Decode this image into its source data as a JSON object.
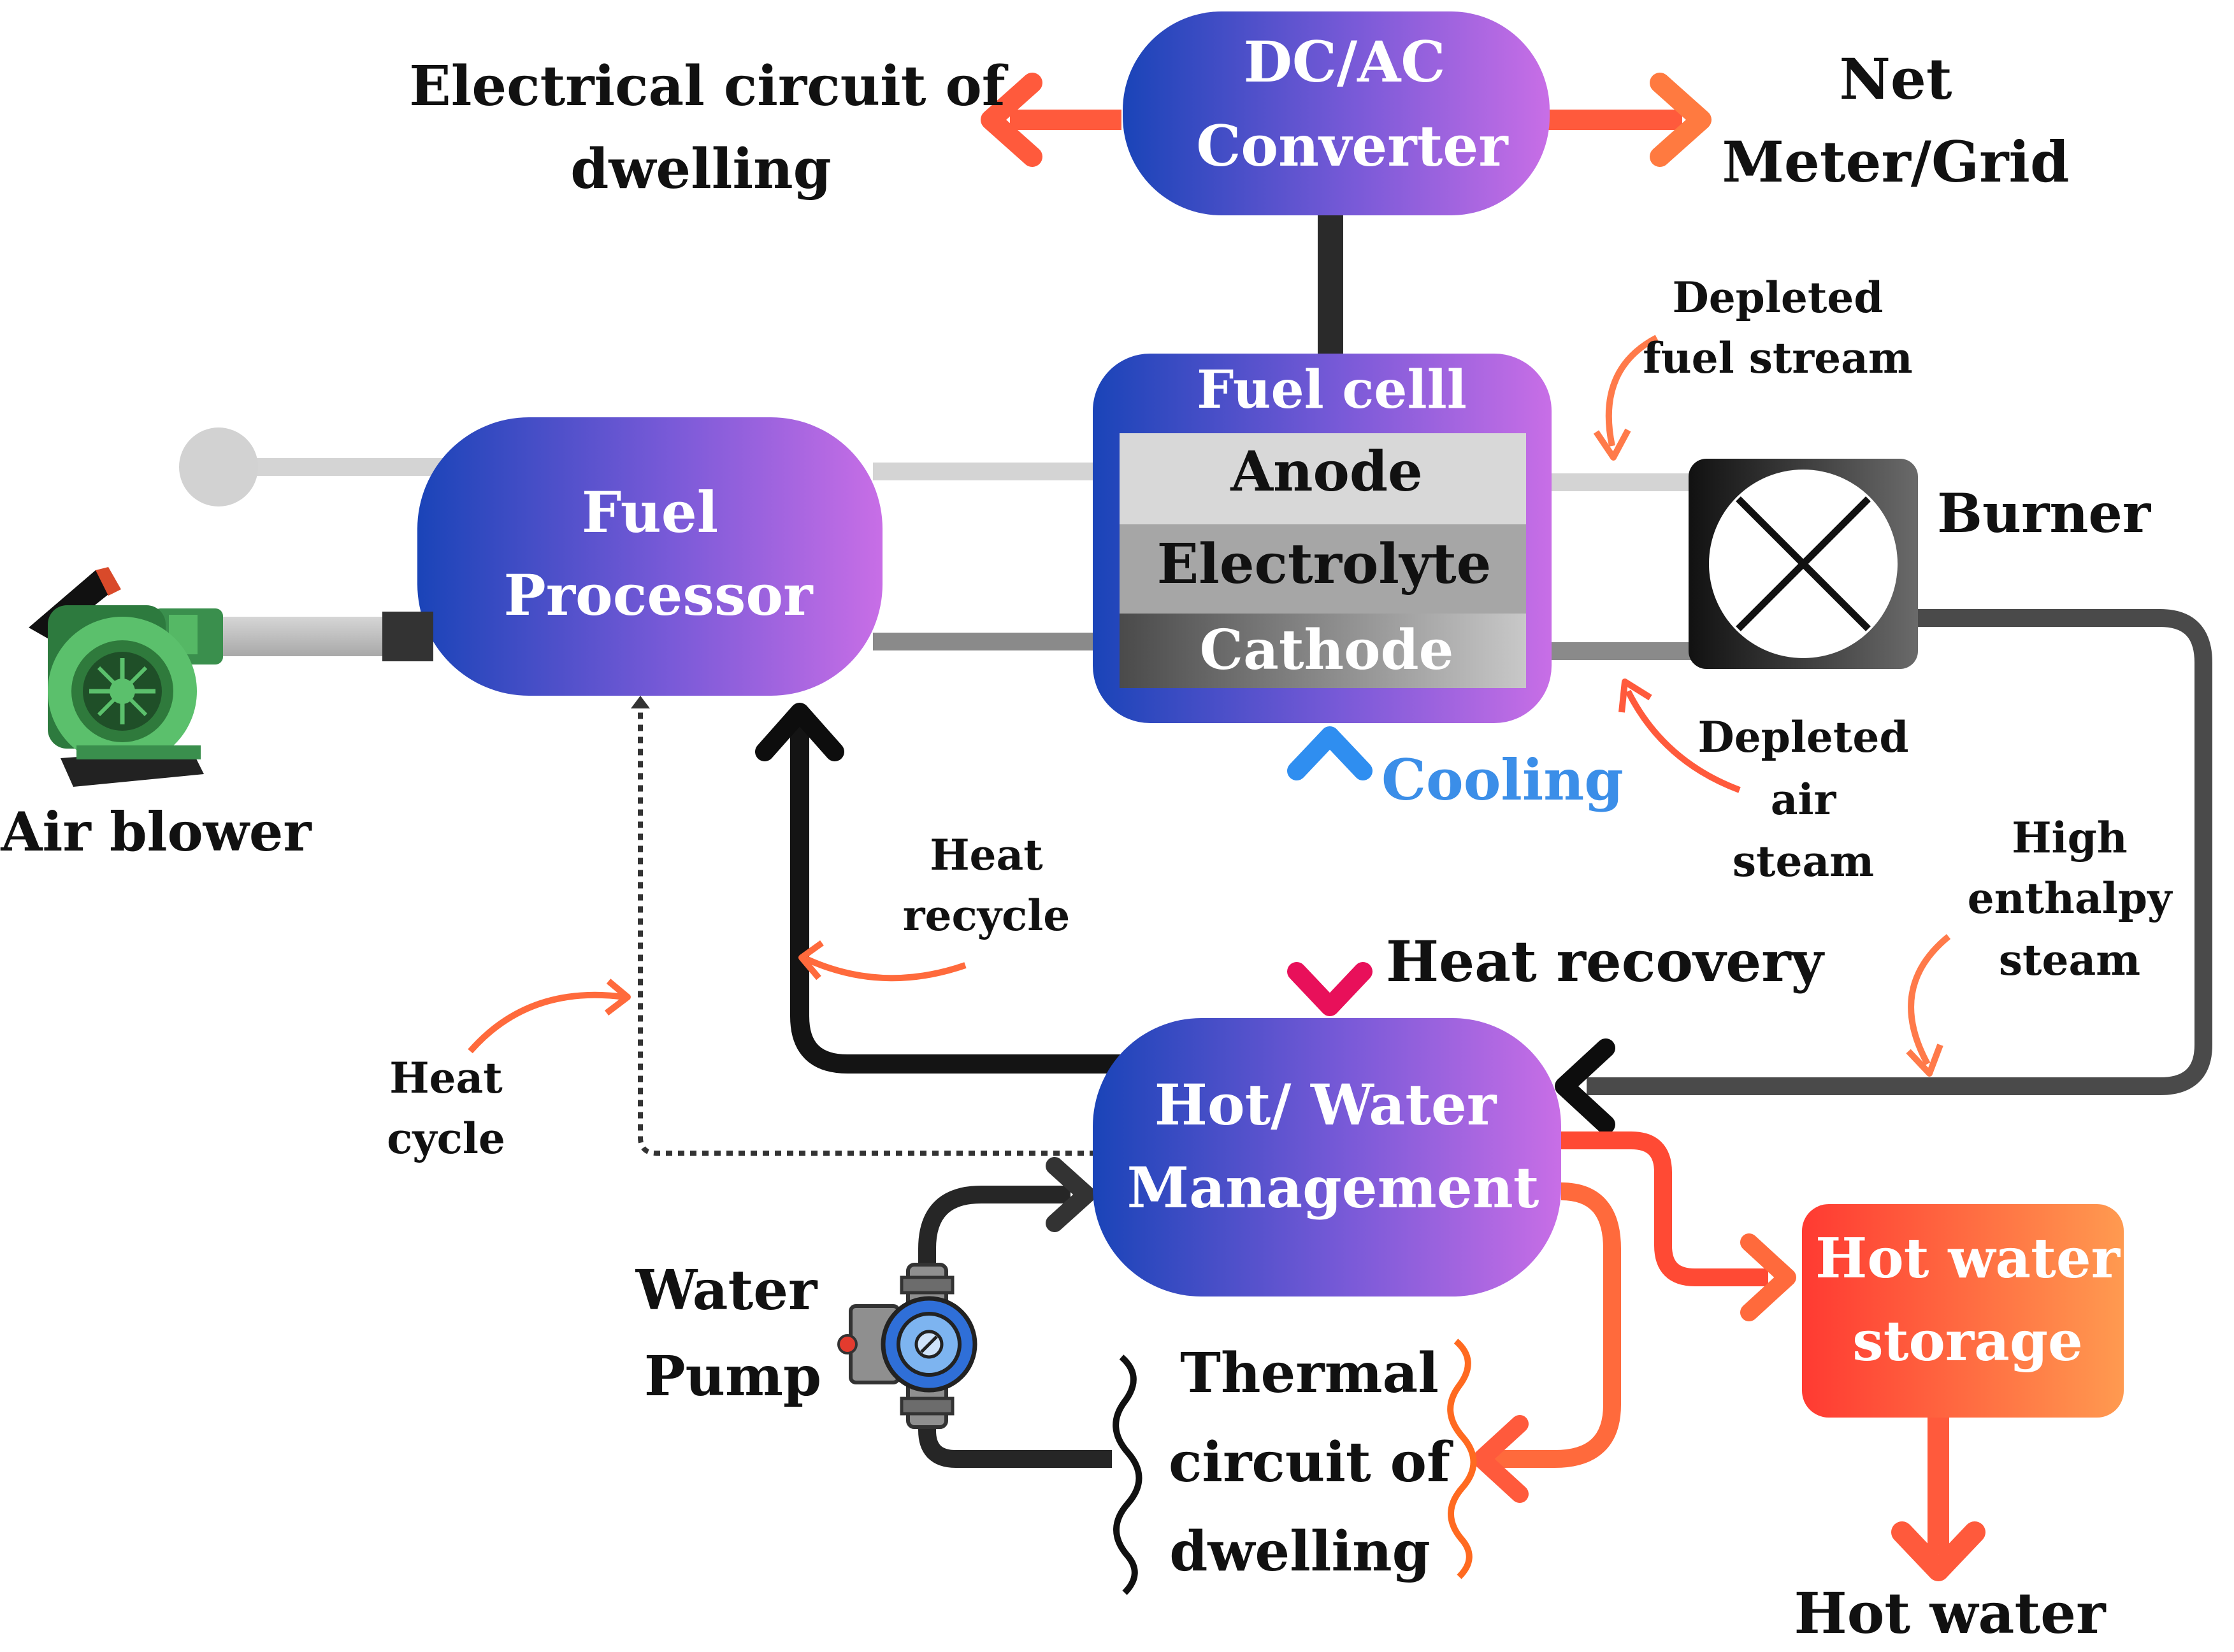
{
  "converter": {
    "line1": "DC/AC",
    "line2": "Converter"
  },
  "electrical_circuit": {
    "line1": "Electrical circuit of",
    "line2": "dwelling"
  },
  "net_meter": {
    "line1": "Net",
    "line2": "Meter/Grid"
  },
  "fuel_cell": {
    "title": "Fuel celll",
    "anode": "Anode",
    "electrolyte": "Electrolyte",
    "cathode": "Cathode"
  },
  "fuel_processor": {
    "line1": "Fuel",
    "line2": "Processor"
  },
  "burner": {
    "label": "Burner"
  },
  "air_blower": {
    "label": "Air blower"
  },
  "depleted_fuel": {
    "line1": "Depleted",
    "line2": "fuel stream"
  },
  "depleted_air": {
    "line1": "Depleted",
    "line2": "air",
    "line3": "steam"
  },
  "cooling": {
    "label": "Cooling"
  },
  "heat_recovery": {
    "label": "Heat recovery"
  },
  "high_enthalpy": {
    "line1": "High",
    "line2": "enthalpy",
    "line3": "steam"
  },
  "heat_recycle": {
    "line1": "Heat",
    "line2": "recycle"
  },
  "heat_cycle": {
    "line1": "Heat",
    "line2": "cycle"
  },
  "hot_water_mgmt": {
    "line1": "Hot/ Water",
    "line2": "Management"
  },
  "water_pump": {
    "line1": "Water",
    "line2": "Pump"
  },
  "thermal_circuit": {
    "line1": "Thermal",
    "line2": "circuit of",
    "line3": "dwelling"
  },
  "hot_water_storage": {
    "line1": "Hot water",
    "line2": "storage"
  },
  "hot_water": {
    "label": "Hot water"
  },
  "colors": {
    "box_start": "#1e45b8",
    "box_end": "#c46ee6",
    "orange_arrow": "#ff5a3c",
    "cooling_text": "#3b8ee8",
    "storage_start": "#ff3b30",
    "storage_end": "#ff9a4d"
  }
}
